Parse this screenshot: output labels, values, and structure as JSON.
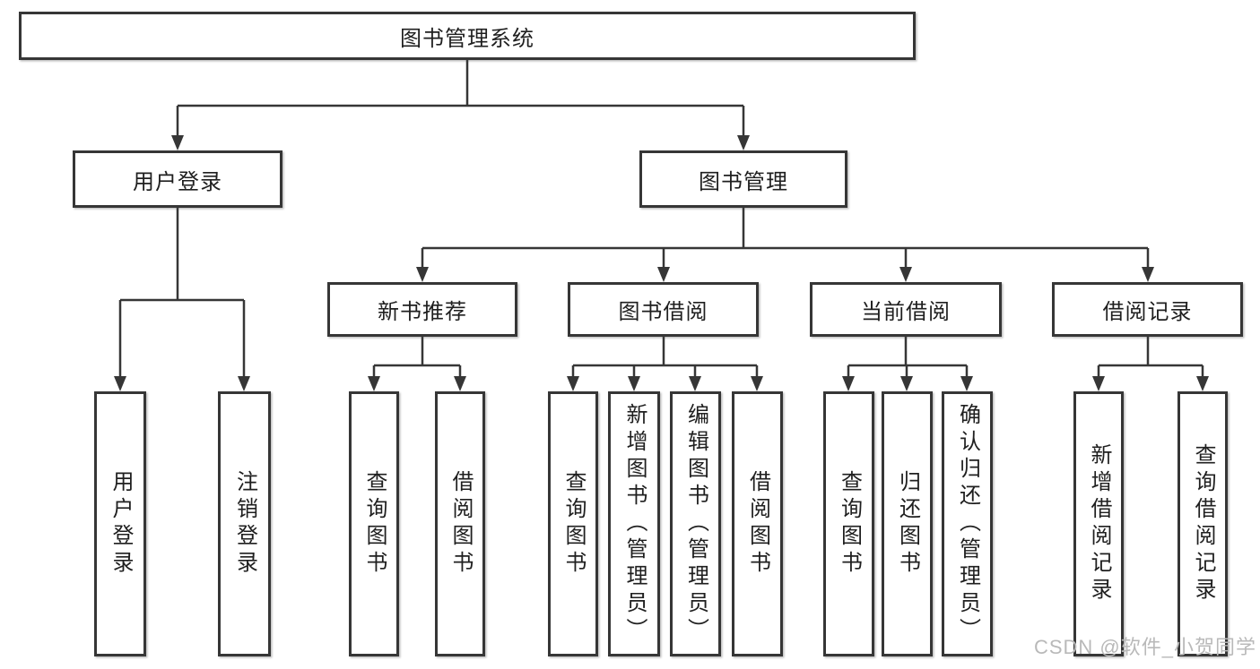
{
  "tree": {
    "label": "图书管理系统",
    "children": [
      {
        "label": "用户登录",
        "children": [
          {
            "label": "用户登录"
          },
          {
            "label": "注销登录"
          }
        ]
      },
      {
        "label": "图书管理",
        "children": [
          {
            "label": "新书推荐",
            "children": [
              {
                "label": "查询图书"
              },
              {
                "label": "借阅图书"
              }
            ]
          },
          {
            "label": "图书借阅",
            "children": [
              {
                "label": "查询图书"
              },
              {
                "label": "新增图书（管理员）"
              },
              {
                "label": "编辑图书（管理员）"
              },
              {
                "label": "借阅图书"
              }
            ]
          },
          {
            "label": "当前借阅",
            "children": [
              {
                "label": "查询图书"
              },
              {
                "label": "归还图书"
              },
              {
                "label": "确认归还（管理员）"
              }
            ]
          },
          {
            "label": "借阅记录",
            "children": [
              {
                "label": "新增借阅记录"
              },
              {
                "label": "查询借阅记录"
              }
            ]
          }
        ]
      }
    ]
  },
  "watermark": {
    "text": "CSDN @软件_小贺同学",
    "color": "#b9b9b9"
  },
  "colors": {
    "line": "#363636",
    "border": "#363636",
    "text": "#1f1f1f",
    "background": "#ffffff"
  }
}
